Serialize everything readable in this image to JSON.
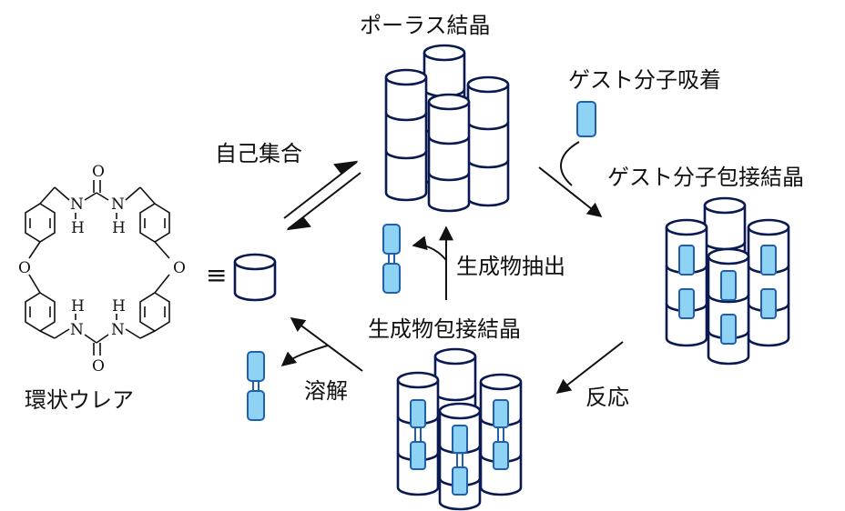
{
  "labels": {
    "porous_crystal": "ポーラス結晶",
    "guest_adsorption": "ゲスト分子吸着",
    "guest_inclusion_crystal": "ゲスト分子包接結晶",
    "self_assembly": "自己集合",
    "product_extraction": "生成物抽出",
    "product_inclusion_crystal": "生成物包接結晶",
    "reaction": "反応",
    "dissolution": "溶解",
    "cyclic_urea": "環状ウレア",
    "equivalent_symbol": "≡"
  },
  "atoms": {
    "O": "O",
    "N": "N",
    "H": "H"
  },
  "colors": {
    "cylinder_outline": "#0a1a50",
    "guest_fill": "#8fd3f4",
    "guest_outline": "#1f5fae"
  }
}
